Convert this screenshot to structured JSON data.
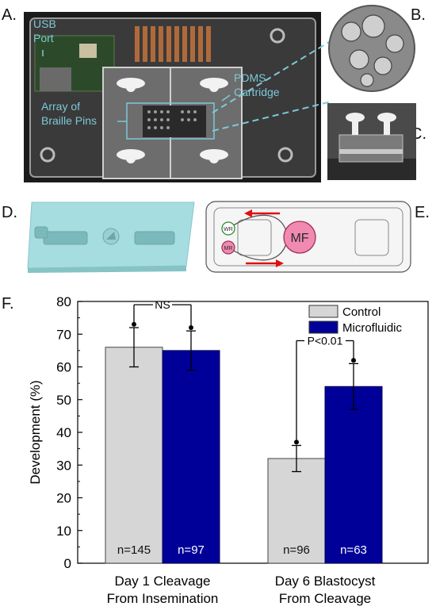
{
  "panels": {
    "a": "A.",
    "b": "B.",
    "c": "C.",
    "d": "D.",
    "e": "E.",
    "f": "F."
  },
  "photo_labels": {
    "usb_line1": "USB",
    "usb_line2": "Port",
    "braille_line1": "Array of",
    "braille_line2": "Braille Pins",
    "pdms_line1": "PDMS",
    "pdms_line2": "Cartridge"
  },
  "schematic": {
    "mf": "MF",
    "wr": "WR",
    "mr": "MR"
  },
  "colors": {
    "control": "#d6d6d6",
    "microfluidic": "#000099",
    "annotation": "#7ec8d8",
    "arrow": "#e01010",
    "mf_fill": "#f08ab0"
  },
  "chart_data": {
    "type": "bar",
    "ylabel": "Development  (%)",
    "ylim": [
      0,
      80
    ],
    "yticks": [
      0,
      10,
      20,
      30,
      40,
      50,
      60,
      70,
      80
    ],
    "categories": [
      [
        "Day 1 Cleavage",
        "From Insemination"
      ],
      [
        "Day 6 Blastocyst",
        "From Cleavage"
      ]
    ],
    "legend_position": "top-right",
    "series": [
      {
        "name": "Control",
        "values": [
          66,
          32
        ],
        "errors": [
          6,
          4
        ],
        "n_labels": [
          "n=145",
          "n=96"
        ]
      },
      {
        "name": "Microfluidic",
        "values": [
          65,
          54
        ],
        "errors": [
          6,
          7
        ],
        "n_labels": [
          "n=97",
          "n=63"
        ]
      }
    ],
    "annotations": [
      {
        "group": 0,
        "text": "NS"
      },
      {
        "group": 1,
        "text": "P<0.01"
      }
    ]
  }
}
